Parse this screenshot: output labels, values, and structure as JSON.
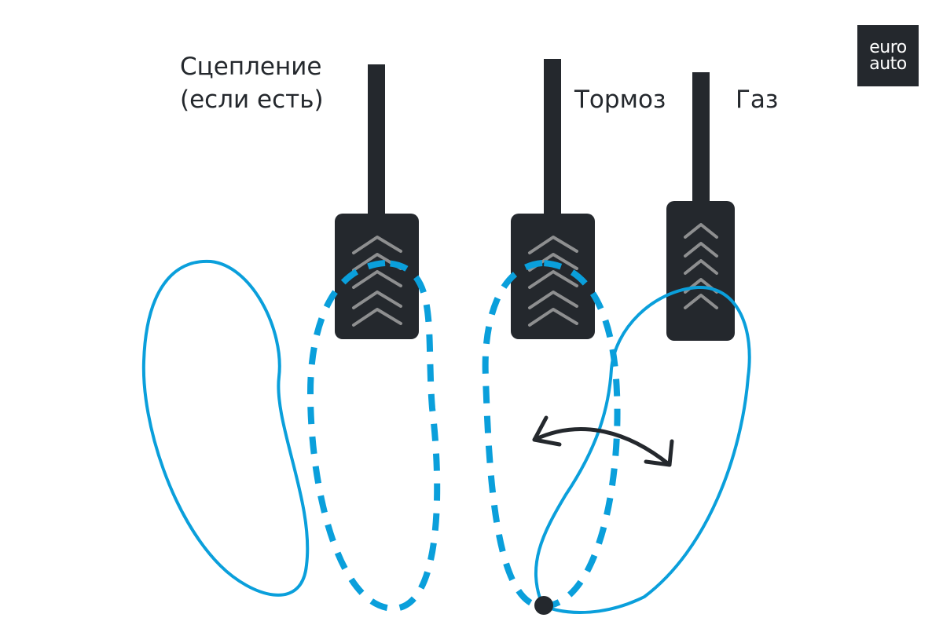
{
  "labels": {
    "clutch_line1": "Сцепление",
    "clutch_line2": "(если есть)",
    "brake": "Тормоз",
    "gas": "Газ"
  },
  "logo": {
    "line1": "euro",
    "line2": "auto"
  },
  "colors": {
    "pedal": "#24282d",
    "chevron": "#8e8f90",
    "path": "#0a9fdb",
    "arrow": "#24282d"
  }
}
